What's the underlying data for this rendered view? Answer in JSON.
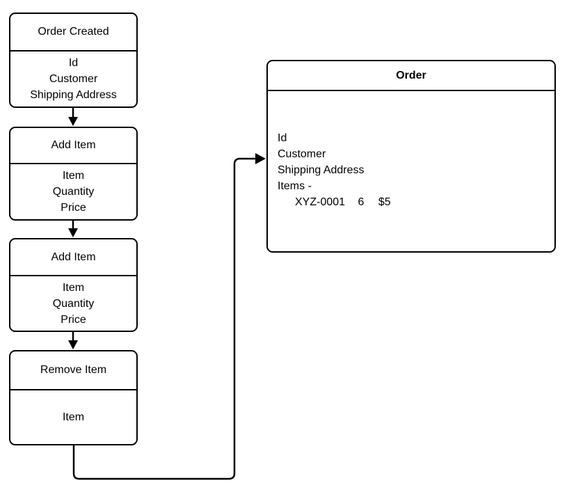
{
  "events": [
    {
      "title": "Order Created",
      "fields": [
        "Id",
        "Customer",
        "Shipping Address"
      ]
    },
    {
      "title": "Add Item",
      "fields": [
        "Item",
        "Quantity",
        "Price"
      ]
    },
    {
      "title": "Add Item",
      "fields": [
        "Item",
        "Quantity",
        "Price"
      ]
    },
    {
      "title": "Remove Item",
      "fields": [
        "Item"
      ]
    }
  ],
  "aggregate": {
    "title": "Order",
    "fields": [
      "Id",
      "Customer",
      "Shipping Address",
      "Items -"
    ],
    "item_row": {
      "sku": "XYZ-0001",
      "quantity": "6",
      "price": "$5"
    }
  },
  "colors": {
    "stroke": "#000000",
    "background": "#ffffff"
  }
}
